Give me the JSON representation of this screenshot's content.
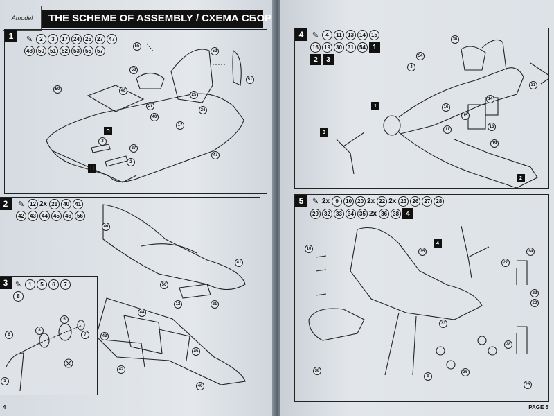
{
  "brand": {
    "logo_text": "Amodel"
  },
  "header": {
    "title": "THE SCHEME OF ASSEMBLY / СХЕМА СБОРКИ"
  },
  "left_page": {
    "page_number": "4",
    "steps": [
      {
        "number": "1",
        "parts": [
          "2",
          "3",
          "17",
          "24",
          "25",
          "27",
          "47",
          "48",
          "50",
          "51",
          "52",
          "53",
          "55",
          "57"
        ]
      },
      {
        "number": "2",
        "parts": [
          "12",
          "2x",
          "21",
          "40",
          "41",
          "42",
          "43",
          "44",
          "45",
          "46",
          "56"
        ]
      },
      {
        "number": "3",
        "parts": [
          "1",
          "5",
          "6",
          "7",
          "8"
        ]
      }
    ]
  },
  "right_page": {
    "page_number": "PAGE 5",
    "steps": [
      {
        "number": "4",
        "parts": [
          "4",
          "11",
          "13",
          "14",
          "15",
          "16",
          "19",
          "30",
          "31",
          "54"
        ],
        "refs": [
          "1",
          "2",
          "3"
        ]
      },
      {
        "number": "5",
        "parts": [
          "2x",
          "9",
          "10",
          "20",
          "2x",
          "22",
          "2x",
          "23",
          "26",
          "27",
          "28",
          "29",
          "32",
          "33",
          "34",
          "35",
          "2x",
          "36",
          "38"
        ],
        "refs": [
          "4"
        ]
      }
    ]
  },
  "callouts": {
    "s1": [
      "55",
      "53",
      "52",
      "51",
      "50",
      "48",
      "57",
      "40",
      "25",
      "24",
      "17",
      "3",
      "37",
      "2",
      "47"
    ],
    "s1_markers": [
      "D",
      "H"
    ],
    "s2": [
      "40",
      "41",
      "56",
      "12",
      "21",
      "44",
      "43",
      "45",
      "42",
      "46"
    ],
    "s3": [
      "5",
      "8",
      "6",
      "7",
      "1"
    ],
    "s4": [
      "36",
      "54",
      "4",
      "15",
      "14",
      "13",
      "11",
      "16",
      "19",
      "31"
    ],
    "s4_markers": [
      "1",
      "2",
      "3"
    ],
    "s5": [
      "10",
      "35",
      "34",
      "27",
      "22",
      "23",
      "28",
      "33",
      "26",
      "36",
      "9",
      "38"
    ],
    "s5_markers": [
      "4"
    ]
  }
}
